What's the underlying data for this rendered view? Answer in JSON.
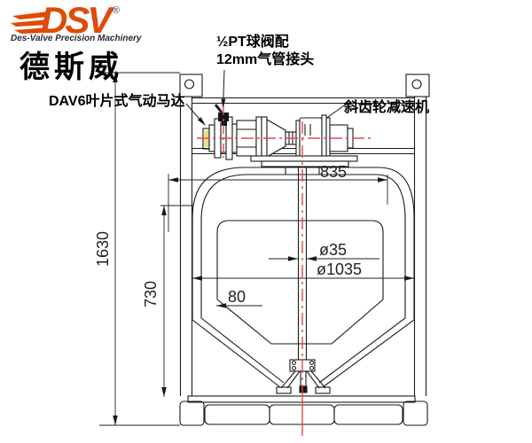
{
  "logo": {
    "brand": "DSV",
    "registered": "®",
    "tagline": "Des-Valve Precision Machinery",
    "chinese": "德斯威"
  },
  "callouts": {
    "valve_line1": "½PT球阀配",
    "valve_line2": "12mm气管接头",
    "motor": "DAV6叶片式气动马达",
    "reducer": "斜齿轮减速机"
  },
  "dimensions": {
    "overall_height": "1630",
    "inner_height": "730",
    "top_width": "835",
    "shaft_dia": "ø35",
    "tank_dia": "ø1035",
    "edge_offset": "80"
  },
  "colors": {
    "brand_orange": "#e04a08",
    "line": "#1a1a1a",
    "centerline_red": "#e04848",
    "accent_yellow": "#ece07a"
  }
}
